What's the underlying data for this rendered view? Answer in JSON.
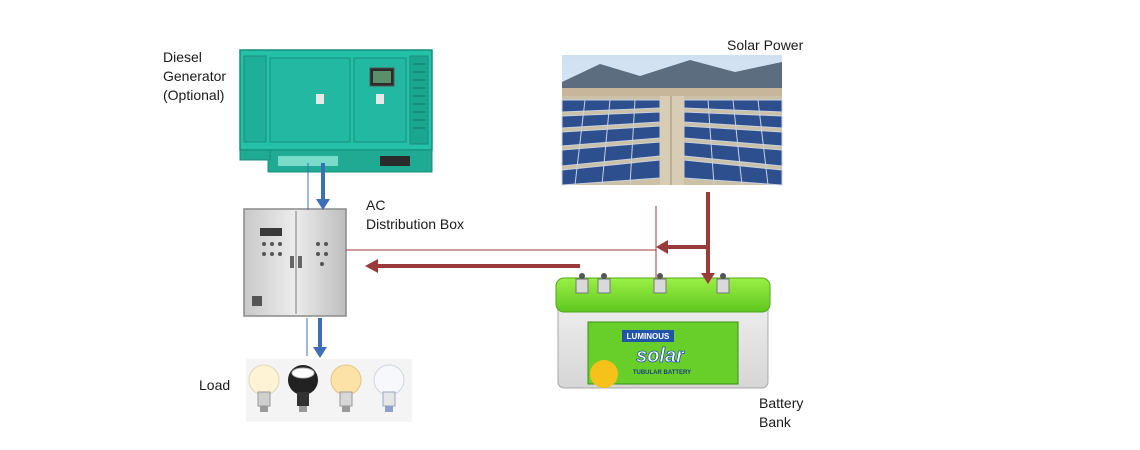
{
  "labels": {
    "generator": "Diesel\nGenerator\n(Optional)",
    "solar": "Solar Power",
    "ac_box": "AC\nDistribution Box",
    "load": "Load",
    "battery": "Battery\nBank"
  },
  "battery_brand": {
    "brand": "LUMINOUS",
    "product": "solar",
    "tagline": "TUBULAR BATTERY"
  },
  "colors": {
    "generator_body": "#24c0a8",
    "flow_blue": "#3d6fb6",
    "flow_red": "#9b3a3a",
    "battery_green": "#7fe22e",
    "panel_blue": "#2d4f8e"
  }
}
